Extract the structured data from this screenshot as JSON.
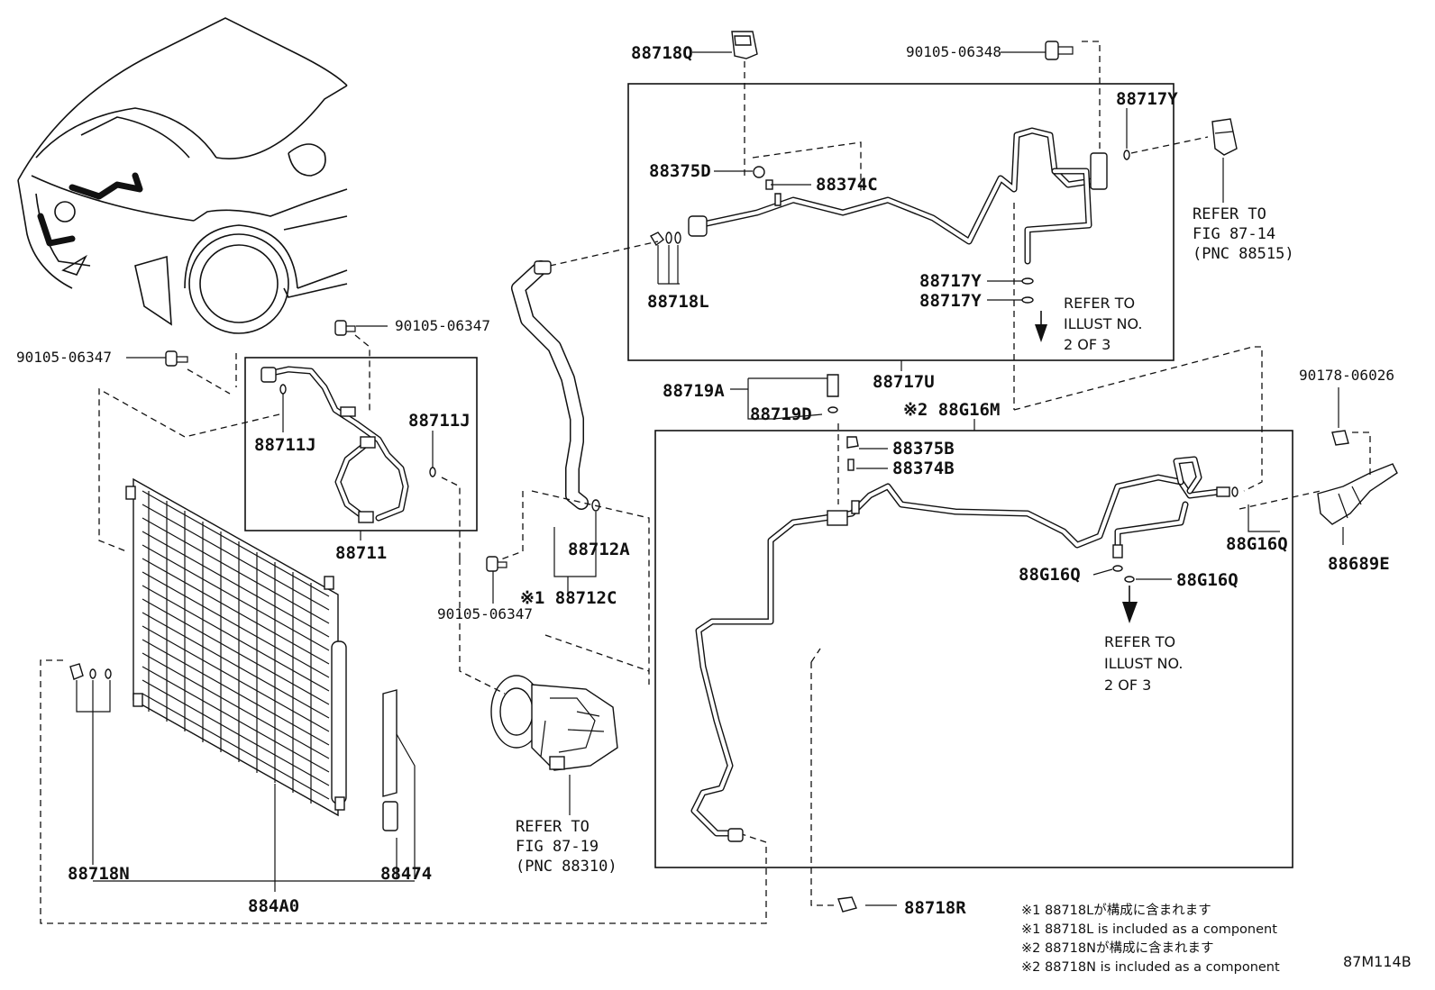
{
  "diagram": {
    "id": "87M114B",
    "labels": {
      "l_88718Q": "88718Q",
      "l_90105_06348": "90105-06348",
      "l_88717Y_a": "88717Y",
      "l_88375D": "88375D",
      "l_88374C": "88374C",
      "l_88718L": "88718L",
      "l_88717Y_b": "88717Y",
      "l_88717Y_c": "88717Y",
      "l_88717U": "88717U",
      "l_90105_06347_a": "90105-06347",
      "l_90105_06347_b": "90105-06347",
      "l_88711J_a": "88711J",
      "l_88711J_b": "88711J",
      "l_88711": "88711",
      "l_88712A": "88712A",
      "l_88712C": "※1 88712C",
      "l_90105_06347_c": "90105-06347",
      "l_88719A": "88719A",
      "l_88719D": "88719D",
      "l_88G16M": "※2 88G16M",
      "l_88375B": "88375B",
      "l_88374B": "88374B",
      "l_90178_06026": "90178-06026",
      "l_88G16Q_a": "88G16Q",
      "l_88G16Q_b": "88G16Q",
      "l_88G16Q_c": "88G16Q",
      "l_88689E": "88689E",
      "l_88718N": "88718N",
      "l_88474": "88474",
      "l_884A0": "884A0",
      "l_88718R": "88718R"
    },
    "refer_fig_87_14": [
      "REFER TO",
      "FIG 87-14",
      "(PNC 88515)"
    ],
    "refer_illust_1": [
      "REFER TO",
      "ILLUST NO.",
      "2 OF 3"
    ],
    "refer_illust_2": [
      "REFER TO",
      "ILLUST NO.",
      "2 OF 3"
    ],
    "refer_fig_87_19": [
      "REFER TO",
      "FIG 87-19",
      "(PNC 88310)"
    ],
    "notes": [
      "※1 88718Lが構成に含まれます",
      "※1 88718L is included as a component",
      "※2 88718Nが構成に含まれます",
      "※2 88718N is included as a component"
    ]
  }
}
